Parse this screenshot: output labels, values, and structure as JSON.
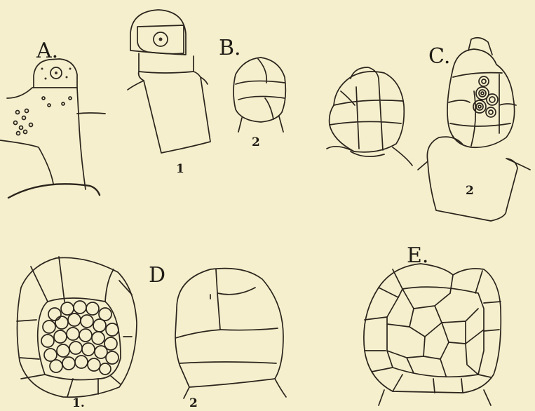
{
  "plate": {
    "background": "#f5efcd",
    "ink": "#2a241c",
    "figures": {
      "A": {
        "label": "A."
      },
      "B": {
        "label": "B.",
        "sub1": "1",
        "sub2": "2"
      },
      "C": {
        "label": "C.",
        "sub2": "2"
      },
      "D": {
        "label": "D",
        "sub1": "1.",
        "sub2": "2"
      },
      "E": {
        "label": "E."
      }
    }
  }
}
